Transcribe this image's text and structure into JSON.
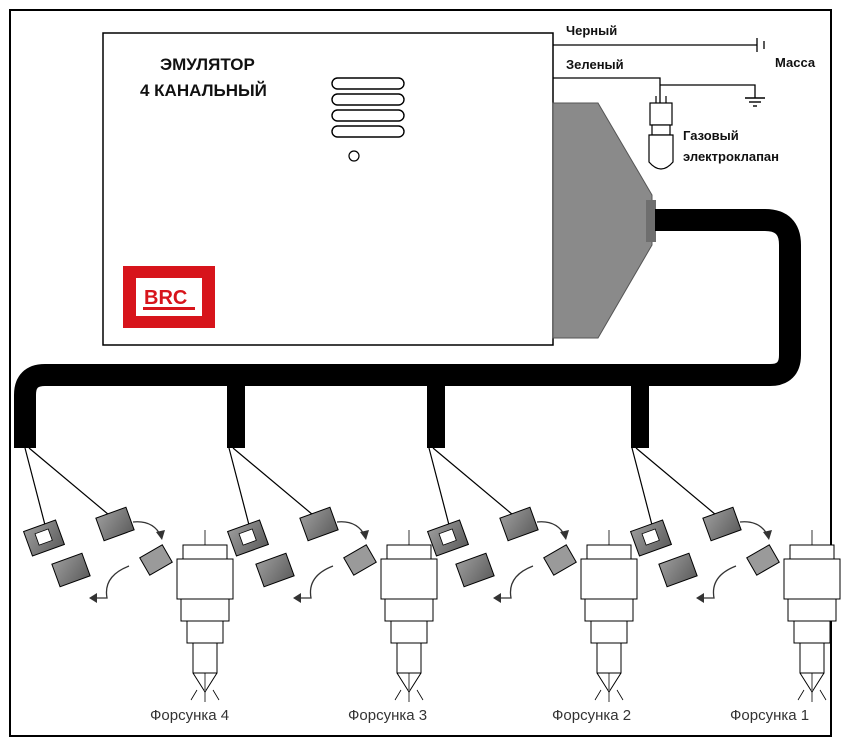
{
  "emulator": {
    "title_line1": "ЭМУЛЯТОР",
    "title_line2": "4 КАНАЛЬНЫЙ",
    "logo": "BRC"
  },
  "wires": {
    "black": "Черный",
    "green": "Зеленый",
    "ground": "Масса",
    "valve_line1": "Газовый",
    "valve_line2": "электроклапан"
  },
  "injectors": [
    {
      "label": "Форсунка 4"
    },
    {
      "label": "Форсунка 3"
    },
    {
      "label": "Форсунка 2"
    },
    {
      "label": "Форсунка 1"
    }
  ],
  "colors": {
    "cable": "#000000",
    "connector": "#7a7a7a",
    "logo_bg": "#d7141b"
  },
  "icons": [
    "ground-symbol-icon",
    "valve-icon",
    "connector-icon",
    "injector-icon",
    "arrow-icon"
  ]
}
